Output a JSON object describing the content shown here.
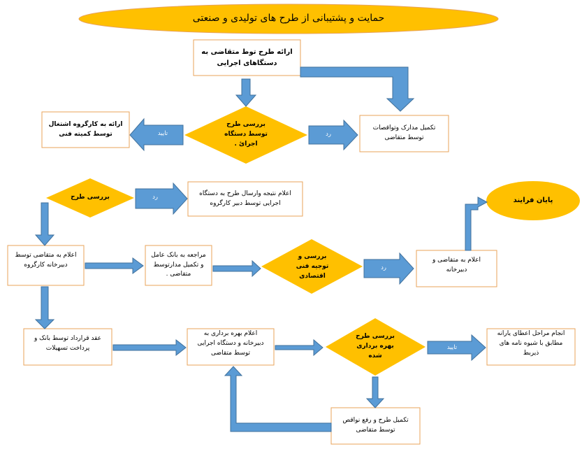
{
  "title": "حمایت و پشتیبانی از طرح های تولیدی و صنعتی",
  "nodes": {
    "submit_plan": "ارائه طرح توط متقاضی به دستگاهای اجرایی",
    "review_agency": "بررسی طرح توسط دستگاه اجرائ .",
    "refer_committee": "ارائه به کارگروه اشتغال توسط کمیته فنی",
    "complete_docs": "تکمیل مدارک   وتواقصات توسط متقاضی",
    "review_plan": "بررسی طرح",
    "announce_result": "اعلام نتیجه وارسال طرح به دستگاه اجرایی توسط دبیر کارگروه",
    "notify_applicant": "اعلام به متقاضی توسط دبیرخانه کارگروه",
    "visit_bank": "مراجعه به بانک عامل و تکمیل مدارتوسط متقاضی .",
    "tech_econ_review": "بررسی و توجیه فنی اقتصادی",
    "notify_secretariat": "اعلام به متقاضی و دبیرخانه",
    "end": "پایان فرایند",
    "contract": "عقد قرارداد توسط بانک و پرداخت تسهیلات",
    "report_usage": "اعلام بهره برداری به دبیرخانه و دستگاه اجرایی توسط متقاضی",
    "review_usage": "بررسی طرح بهره برداری شده",
    "incentives": "انجام مراحل اعطای یارانه مطابق با شیوه نامه های ذیربط",
    "fix_defects": "تکمیل طرح و رفع نواقص توسط متقاضی"
  },
  "arrow_labels": {
    "approve_1": "تایید",
    "reject_1": "رد",
    "reject_2": "رد",
    "reject_3": "رد",
    "approve_2": "تایید"
  },
  "colors": {
    "box_border": "#E8A35A",
    "diamond": "#FFC000",
    "arrow": "#5B9BD5",
    "arrow_edge": "#41719C"
  }
}
